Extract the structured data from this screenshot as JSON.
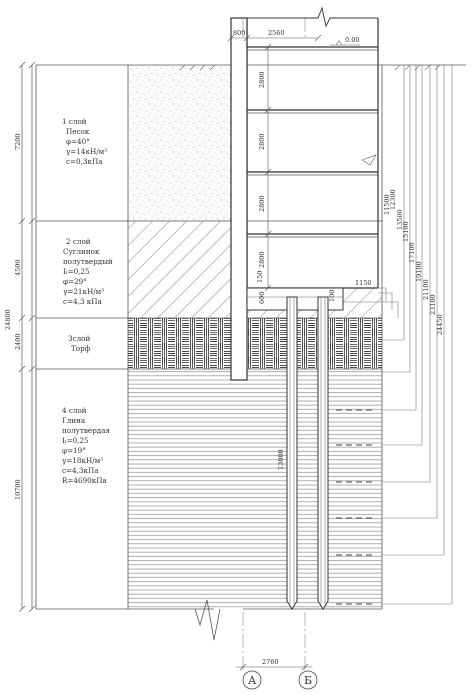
{
  "ground_level": "0.00",
  "layers": [
    {
      "title": "1 слой",
      "lines": [
        "Песок",
        "φ=40°",
        "γ=14кН/м³",
        "c=0,3кПа"
      ],
      "thickness": "7200",
      "pattern": "sand"
    },
    {
      "title": "2 слой",
      "lines": [
        "Суглинок",
        "полутвердый",
        "Iₗ=0,25",
        "φ=29°",
        "γ=21кН/м³",
        "c=4,3 кПа"
      ],
      "thickness": "4500",
      "pattern": "hatch"
    },
    {
      "title": "3слой",
      "lines": [
        "Торф"
      ],
      "thickness": "2400",
      "pattern": "weave"
    },
    {
      "title": "4 слой",
      "lines": [
        "Глина",
        "полутвердая",
        "Iₗ=0,25",
        "φ=19°",
        "γ=18кН/м³",
        "c=4,3кПа",
        "R=4690кПа"
      ],
      "thickness": "10700",
      "pattern": "lines"
    }
  ],
  "total_depth": "24800",
  "top_dims": {
    "wall": "800",
    "span": "2560"
  },
  "floor_heights": [
    "2800",
    "2800",
    "2800",
    "2800"
  ],
  "slab_dims": {
    "left": "150",
    "gap": "600",
    "right_small": "100",
    "right": "1150"
  },
  "pile_length": "13000",
  "depth_marks": [
    "11500",
    "12300",
    "13500",
    "15100",
    "17100",
    "19100",
    "21100",
    "23100",
    "24450"
  ],
  "axis_labels": [
    "А",
    "Б"
  ],
  "axis_spacing": "2760"
}
